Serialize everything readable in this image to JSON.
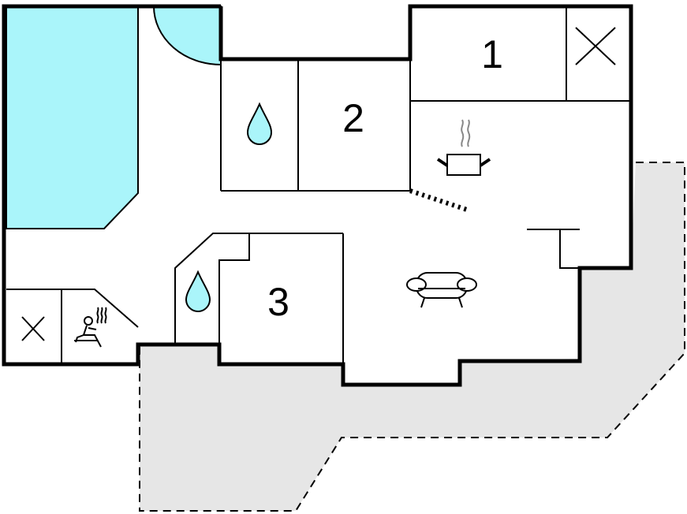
{
  "rooms": [
    {
      "label": "1"
    },
    {
      "label": "2"
    },
    {
      "label": "3"
    }
  ],
  "icons": {
    "pool": "pool-icon",
    "water": "water-drop-icon",
    "closed": "x-cross-icon",
    "kitchen": "cooking-pot-icon",
    "living": "sofa-icon",
    "sauna": "sauna-icon"
  },
  "colors": {
    "pool": "#aaf5fa",
    "terrace": "#e6e6e6",
    "wall": "#000000"
  }
}
